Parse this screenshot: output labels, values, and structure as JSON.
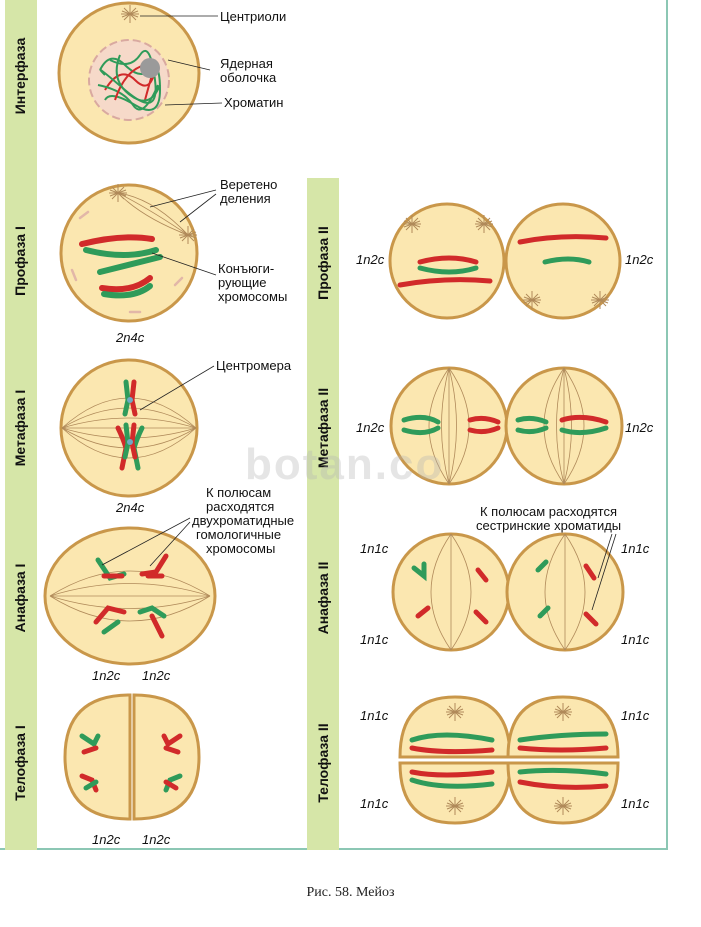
{
  "phases_left": [
    "Интерфаза",
    "Профаза I",
    "Метафаза I",
    "Анафаза I",
    "Телофаза I"
  ],
  "phases_right": [
    "Профаза II",
    "Метафаза II",
    "Анафаза II",
    "Телофаза II"
  ],
  "labels": {
    "centrioles": "Центриоли",
    "nuclear_envelope_1": "Ядерная",
    "nuclear_envelope_2": "оболочка",
    "chromatin": "Хроматин",
    "spindle_1": "Веретено",
    "spindle_2": "деления",
    "conjugating_1": "Конъюги-",
    "conjugating_2": "рующие",
    "conjugating_3": "хромосомы",
    "centromere": "Центромера",
    "to_poles_1": "К полюсам",
    "to_poles_2": "расходятся",
    "to_poles_3": "двухроматидные",
    "to_poles_4": "гомологичные",
    "to_poles_5": "хромосомы",
    "sister_1": "К полюсам расходятся",
    "sister_2": "сестринские хроматиды"
  },
  "formulas": {
    "prophase1": "2n4c",
    "metaphase1": "2n4c",
    "anaphase1_a": "1n2c",
    "anaphase1_b": "1n2c",
    "telophase1_a": "1n2c",
    "telophase1_b": "1n2c",
    "prophase2_l": "1n2c",
    "prophase2_r": "1n2c",
    "metaphase2_l": "1n2c",
    "metaphase2_r": "1n2c",
    "anaphase2_tl": "1n1c",
    "anaphase2_tr": "1n1c",
    "anaphase2_bl": "1n1c",
    "anaphase2_br": "1n1c",
    "telophase2_tl": "1n1c",
    "telophase2_tr": "1n1c",
    "telophase2_bl": "1n1c",
    "telophase2_br": "1n1c"
  },
  "watermark": "botan.co",
  "caption": "Рис. 58. Мейоз",
  "colors": {
    "band": "#d6e6a8",
    "cell_fill": "#fbe7b0",
    "cell_stroke": "#c9974a",
    "chrom_red": "#d12a2a",
    "chrom_green": "#2f9b5a",
    "spindle": "#b08a5a",
    "frame": "#8cc7b4"
  }
}
